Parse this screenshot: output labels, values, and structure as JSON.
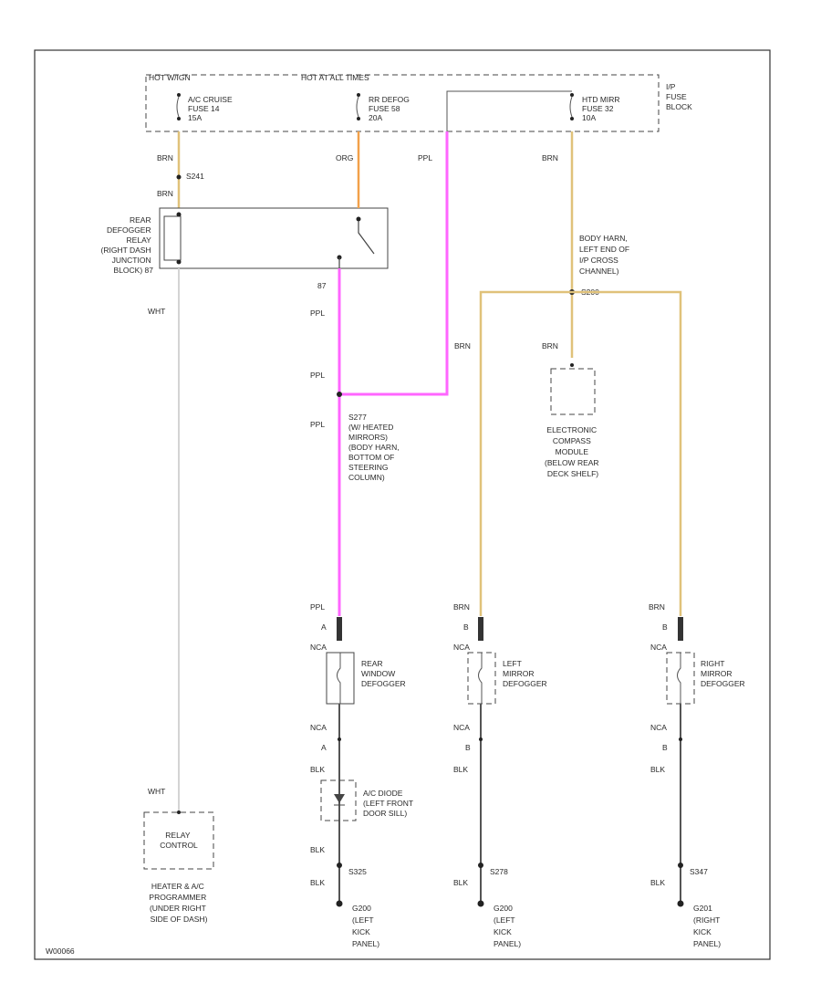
{
  "fuse_block": {
    "hot_run": "HOT W/IGN",
    "hot_all": "HOT AT ALL TIMES",
    "label": [
      "I/P",
      "FUSE",
      "BLOCK"
    ],
    "fuses": [
      {
        "lines": [
          "A/C CRUISE",
          "FUSE 14",
          "15A"
        ]
      },
      {
        "lines": [
          "RR DEFOG",
          "FUSE 58",
          "20A"
        ]
      },
      {
        "lines": [
          "HTD MIRR",
          "FUSE 32",
          "10A"
        ]
      }
    ]
  },
  "wire_labels": {
    "brn1": "BRN",
    "s241": "S241",
    "brn2": "BRN",
    "org": "ORG",
    "ppl_top": "PPL",
    "brn_right": "BRN",
    "pin87": "87",
    "ppl1": "PPL",
    "ppl2": "PPL",
    "ppl3": "PPL",
    "wht": "WHT",
    "brn_left": "BRN",
    "brn_ecm": "BRN",
    "s200": "S200",
    "ppl_bottom": "PPL",
    "brn_mid": "BRN",
    "brn_right2": "BRN",
    "conn_a1": "A",
    "conn_b1": "B",
    "conn_b2": "B",
    "nca1": "NCA",
    "nca2": "NCA",
    "nca3": "NCA",
    "nca4": "NCA",
    "nca5": "NCA",
    "nca6": "NCA",
    "conn_a2": "A",
    "conn_b3": "B",
    "conn_b4": "B",
    "blk1": "BLK",
    "blk2": "BLK",
    "blk3": "BLK",
    "blk4": "BLK",
    "s325": "S325",
    "blk5": "BLK",
    "s278": "S278",
    "blk6": "BLK",
    "s347": "S347",
    "blk7": "BLK",
    "wht_bottom": "WHT"
  },
  "relay": {
    "lines": [
      "REAR",
      "DEFOGGER",
      "RELAY",
      "(RIGHT DASH",
      "JUNCTION",
      "BLOCK) 87"
    ]
  },
  "splice_s277": {
    "lines": [
      "S277",
      "(W/ HEATED",
      "MIRRORS)",
      "(BODY HARN,",
      "BOTTOM OF",
      "STEERING",
      "COLUMN)"
    ]
  },
  "splice_body": {
    "lines": [
      "BODY HARN,",
      "LEFT END OF",
      "I/P CROSS",
      "CHANNEL)"
    ]
  },
  "ecm": {
    "lines": [
      "ELECTRONIC",
      "COMPASS",
      "MODULE",
      "(BELOW REAR",
      "DECK SHELF)"
    ]
  },
  "rear_defogger": {
    "lines": [
      "REAR",
      "WINDOW",
      "DEFOGGER"
    ]
  },
  "left_mirror": {
    "lines": [
      "LEFT",
      "MIRROR",
      "DEFOGGER"
    ]
  },
  "right_mirror": {
    "lines": [
      "RIGHT",
      "MIRROR",
      "DEFOGGER"
    ]
  },
  "ac_diode": {
    "lines": [
      "A/C DIODE",
      "(LEFT FRONT",
      "DOOR SILL)"
    ]
  },
  "relay_control": {
    "lines": [
      "RELAY",
      "CONTROL"
    ]
  },
  "programmer": {
    "lines": [
      "HEATER & A/C",
      "PROGRAMMER",
      "(UNDER RIGHT",
      "SIDE OF DASH)"
    ]
  },
  "grounds": [
    {
      "lines": [
        "G200",
        "(LEFT",
        "KICK",
        "PANEL)"
      ]
    },
    {
      "lines": [
        "G200",
        "(LEFT",
        "KICK",
        "PANEL)"
      ]
    },
    {
      "lines": [
        "G201",
        "(RIGHT",
        "KICK",
        "PANEL)"
      ]
    }
  ],
  "footer_code": "W00066",
  "colors": {
    "wire_brown": "#e0c27a",
    "wire_orange": "#f2a14a",
    "wire_purple": "#ff66ff",
    "wire_white": "#d4d4d4",
    "wire_black": "#555555"
  }
}
